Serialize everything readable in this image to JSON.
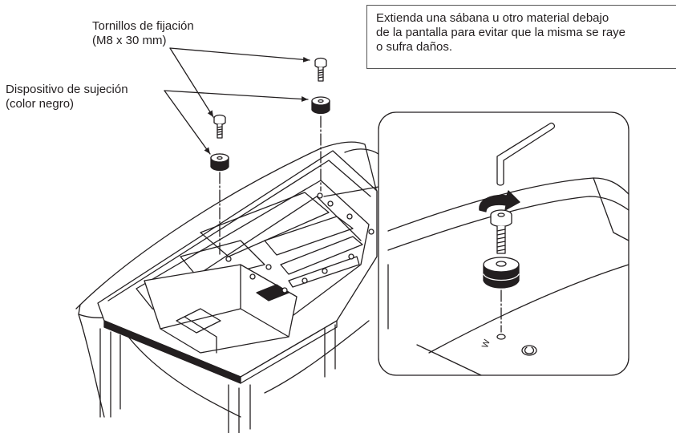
{
  "labels": {
    "screws_line1": "Tornillos de fijación",
    "screws_line2": "(M8 x 30 mm)",
    "holder_line1": "Dispositivo de sujeción",
    "holder_line2": "(color negro)"
  },
  "note": {
    "line1": "Extienda una sábana u otro material debajo",
    "line2": "de la pantalla para evitar que la misma se raye",
    "line3": "o sufra daños."
  },
  "detail_marking": "W"
}
